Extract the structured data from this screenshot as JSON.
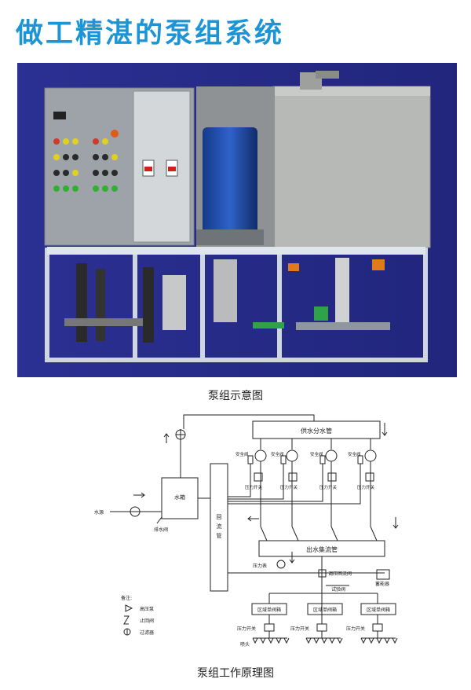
{
  "page_title": "做工精湛的泵组系统",
  "photo_caption": "泵组示意图",
  "diagram_caption": "泵组工作原理图",
  "colors": {
    "title": "#1c95d6",
    "backdrop": "#262a8c",
    "cabinet": "#9aa0a6",
    "tank": "#b4b6b4",
    "frame": "#d6dde6",
    "motor": "#2b55b8"
  },
  "diagram": {
    "supply_manifold": "供水分水管",
    "outlet_manifold": "出水集流管",
    "return_pipe": "回流管",
    "tank": "水箱",
    "water_source": "水源",
    "drain_valve": "排水阀",
    "safety_valve": "安全阀",
    "pressure_switch": "压力开关",
    "pressure_gauge": "压力表",
    "regulating_valve": "调压回流阀",
    "test_valve": "试验阀",
    "accumulator": "蓄能器",
    "zone_valve_box": "区域单阀箱",
    "nozzle": "喷头",
    "legend": {
      "title": "备注:",
      "items": [
        {
          "icon": "high-pressure-pump-icon",
          "label": "高压泵"
        },
        {
          "icon": "check-valve-icon",
          "label": "止回阀"
        },
        {
          "icon": "filter-icon",
          "label": "过滤器"
        }
      ]
    }
  }
}
